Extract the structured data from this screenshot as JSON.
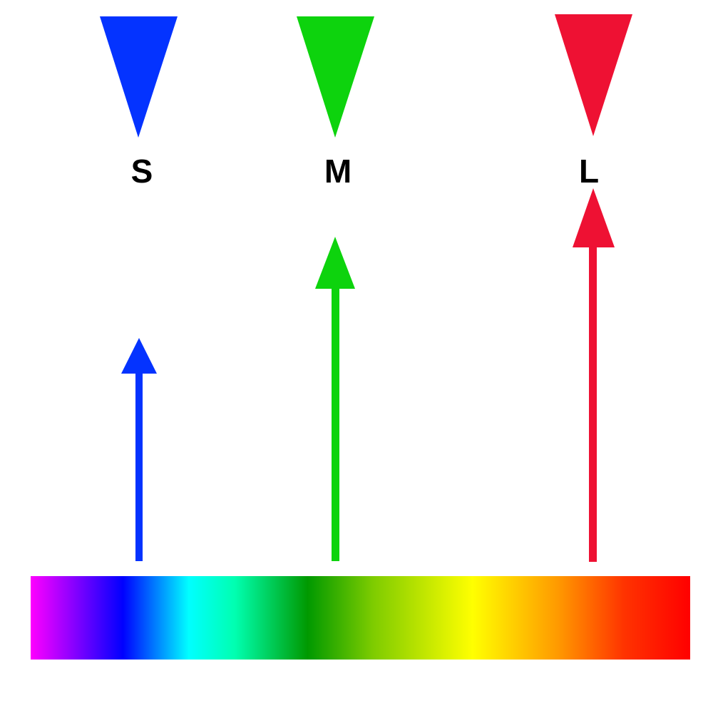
{
  "cones": [
    {
      "id": "s",
      "label": "S",
      "color": "#0433FF"
    },
    {
      "id": "m",
      "label": "M",
      "color": "#0DD30D"
    },
    {
      "id": "l",
      "label": "L",
      "color": "#EE1133"
    }
  ],
  "spectrum": {
    "stops": [
      {
        "offset": 0.0,
        "color": "#FF00FF"
      },
      {
        "offset": 0.14,
        "color": "#0000FF"
      },
      {
        "offset": 0.24,
        "color": "#00FFFF"
      },
      {
        "offset": 0.31,
        "color": "#00FFB0"
      },
      {
        "offset": 0.42,
        "color": "#009900"
      },
      {
        "offset": 0.52,
        "color": "#7FCC00"
      },
      {
        "offset": 0.67,
        "color": "#FFFF00"
      },
      {
        "offset": 0.8,
        "color": "#FF9900"
      },
      {
        "offset": 0.9,
        "color": "#FF3300"
      },
      {
        "offset": 1.0,
        "color": "#FF0000"
      }
    ]
  }
}
